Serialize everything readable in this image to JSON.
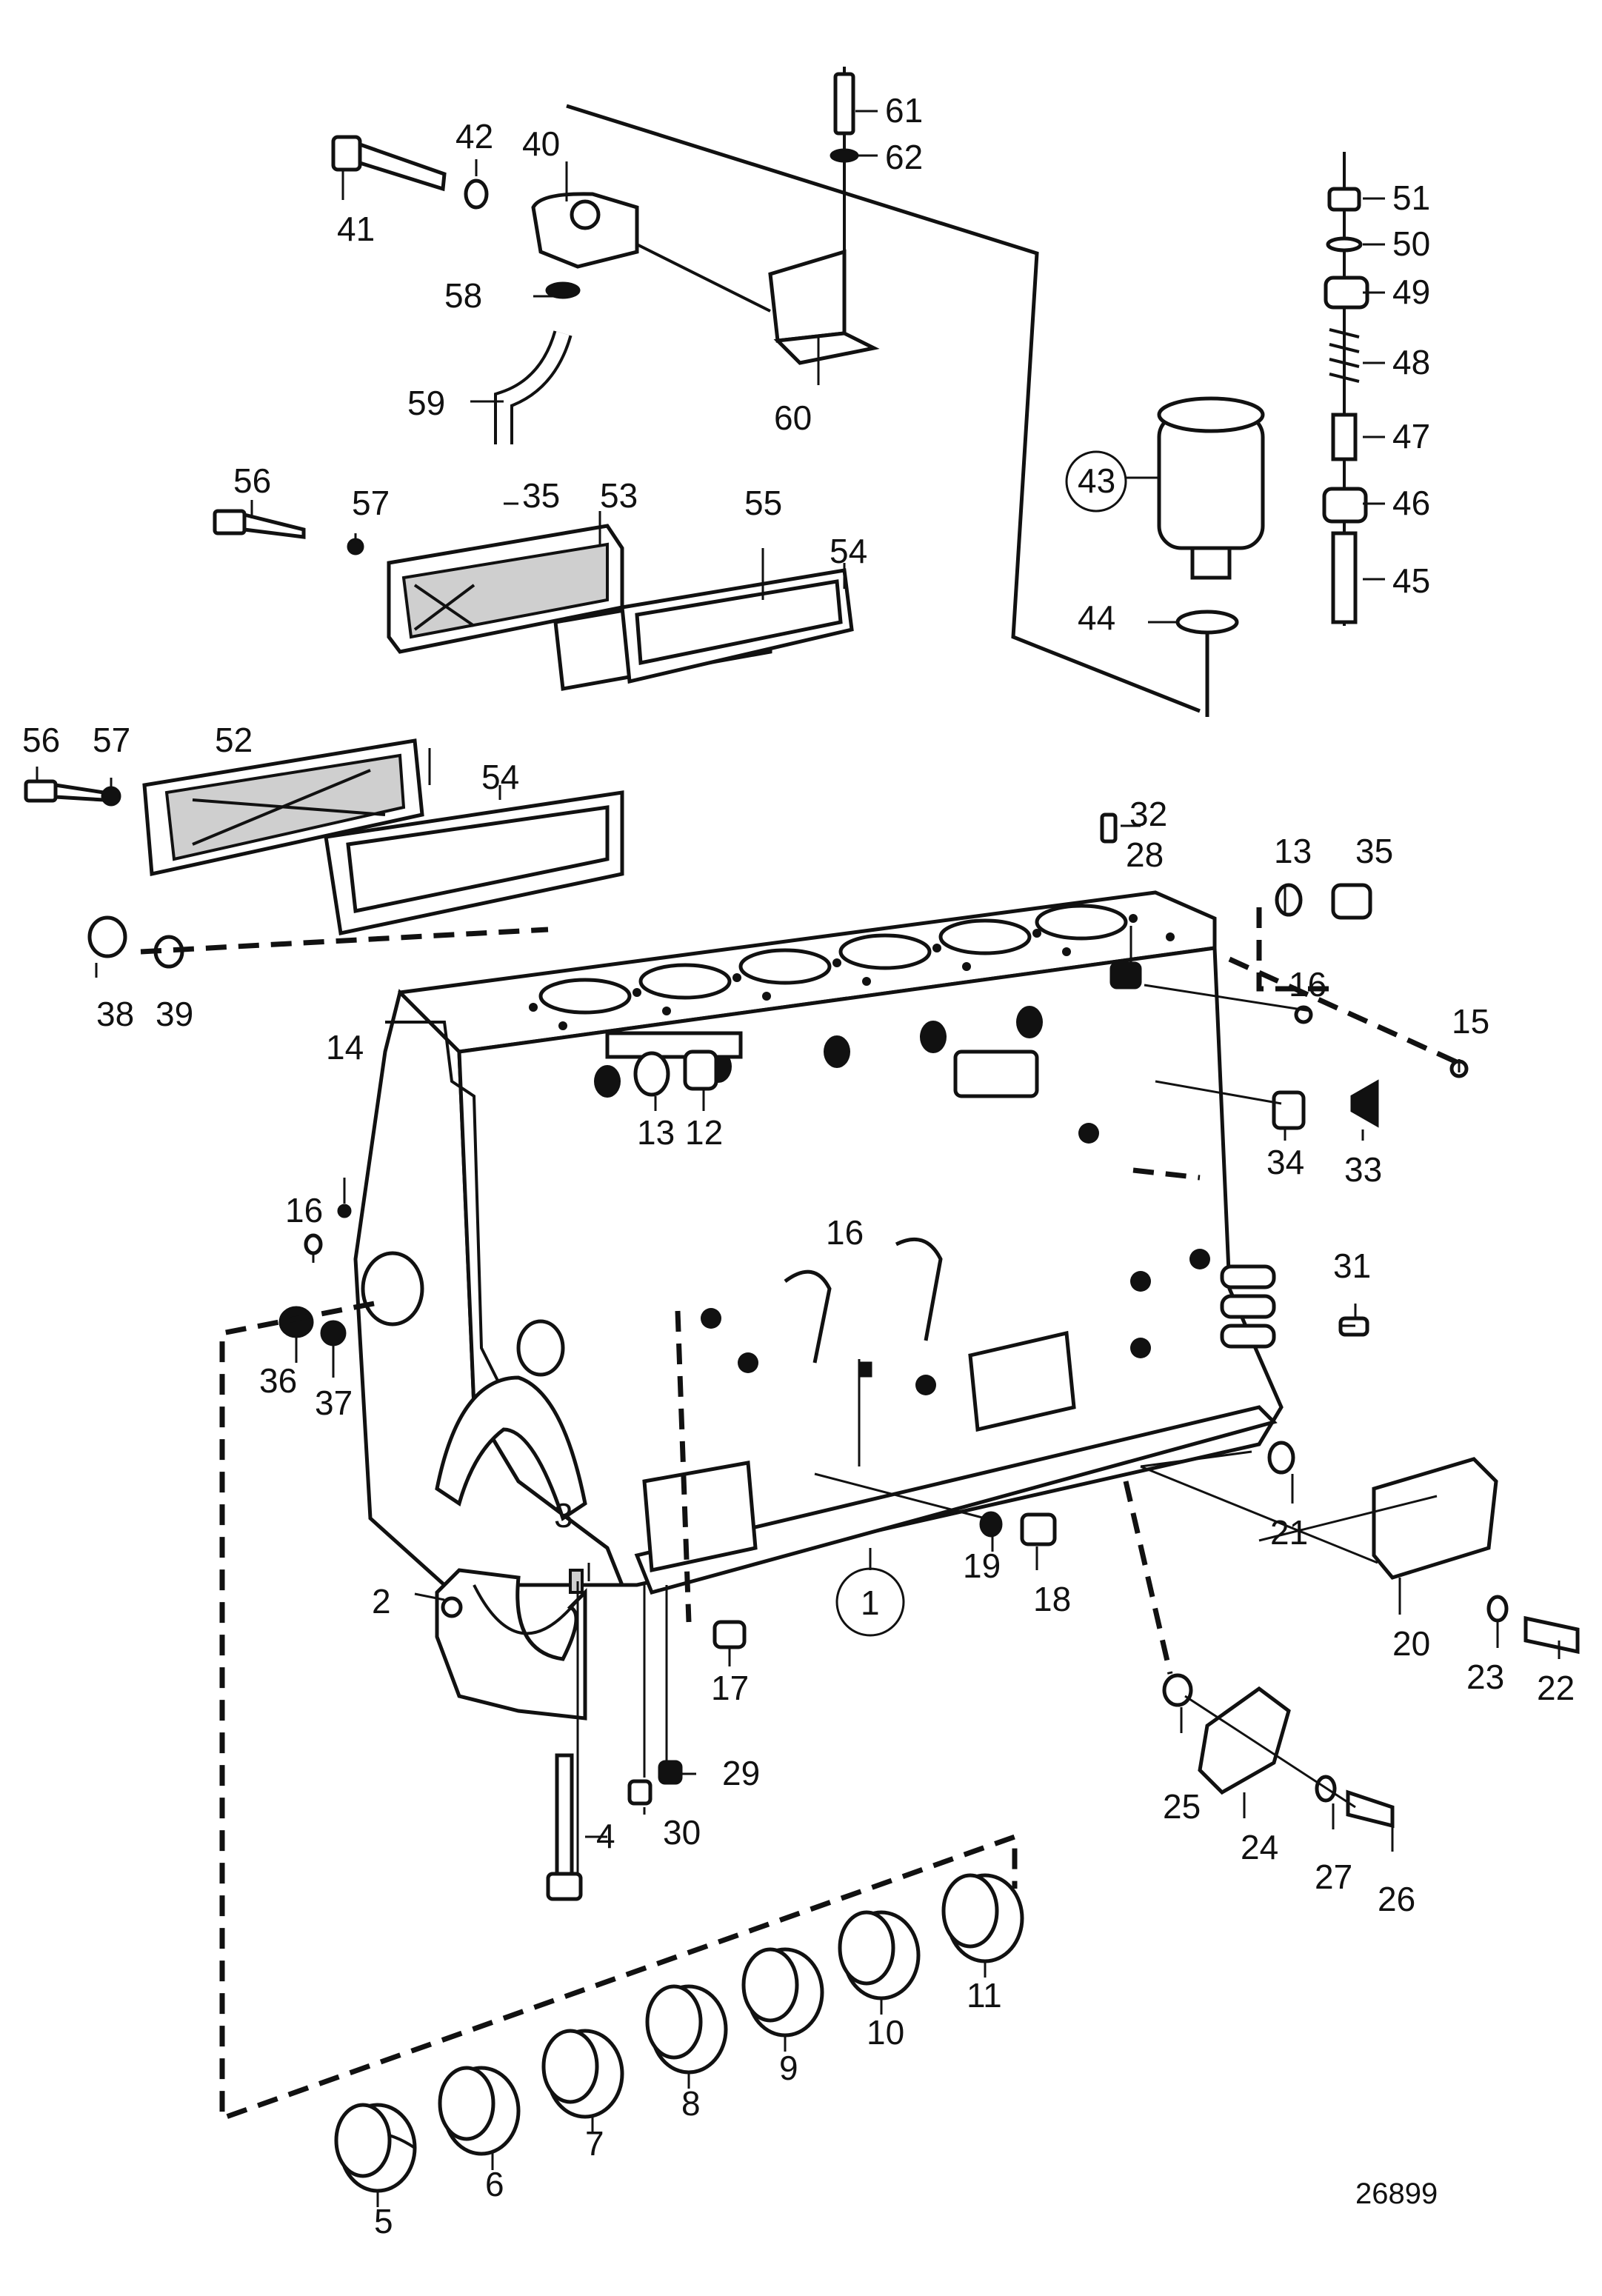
{
  "diagram": {
    "reference_number": "26899",
    "callouts": [
      {
        "id": "c1",
        "text": "1",
        "circled": true
      },
      {
        "id": "c2",
        "text": "2"
      },
      {
        "id": "c3",
        "text": "3"
      },
      {
        "id": "c4",
        "text": "4"
      },
      {
        "id": "c5",
        "text": "5"
      },
      {
        "id": "c6",
        "text": "6"
      },
      {
        "id": "c7",
        "text": "7"
      },
      {
        "id": "c8",
        "text": "8"
      },
      {
        "id": "c9",
        "text": "9"
      },
      {
        "id": "c10",
        "text": "10"
      },
      {
        "id": "c11",
        "text": "11"
      },
      {
        "id": "c12",
        "text": "12"
      },
      {
        "id": "c13a",
        "text": "13"
      },
      {
        "id": "c13b",
        "text": "13"
      },
      {
        "id": "c14",
        "text": "14"
      },
      {
        "id": "c15",
        "text": "15"
      },
      {
        "id": "c16a",
        "text": "16"
      },
      {
        "id": "c16b",
        "text": "16"
      },
      {
        "id": "c16c",
        "text": "16"
      },
      {
        "id": "c17",
        "text": "17"
      },
      {
        "id": "c18",
        "text": "18"
      },
      {
        "id": "c19",
        "text": "19"
      },
      {
        "id": "c20",
        "text": "20"
      },
      {
        "id": "c21",
        "text": "21"
      },
      {
        "id": "c22",
        "text": "22"
      },
      {
        "id": "c23",
        "text": "23"
      },
      {
        "id": "c24",
        "text": "24"
      },
      {
        "id": "c25",
        "text": "25"
      },
      {
        "id": "c26",
        "text": "26"
      },
      {
        "id": "c27",
        "text": "27"
      },
      {
        "id": "c28",
        "text": "28"
      },
      {
        "id": "c29",
        "text": "29"
      },
      {
        "id": "c30",
        "text": "30"
      },
      {
        "id": "c31",
        "text": "31"
      },
      {
        "id": "c32",
        "text": "32"
      },
      {
        "id": "c33",
        "text": "33"
      },
      {
        "id": "c34",
        "text": "34"
      },
      {
        "id": "c35a",
        "text": "35"
      },
      {
        "id": "c35b",
        "text": "35"
      },
      {
        "id": "c36",
        "text": "36"
      },
      {
        "id": "c37",
        "text": "37"
      },
      {
        "id": "c38",
        "text": "38"
      },
      {
        "id": "c39",
        "text": "39"
      },
      {
        "id": "c40",
        "text": "40"
      },
      {
        "id": "c41",
        "text": "41"
      },
      {
        "id": "c42",
        "text": "42"
      },
      {
        "id": "c43",
        "text": "43",
        "circled": true
      },
      {
        "id": "c44",
        "text": "44"
      },
      {
        "id": "c45",
        "text": "45"
      },
      {
        "id": "c46",
        "text": "46"
      },
      {
        "id": "c47",
        "text": "47"
      },
      {
        "id": "c48",
        "text": "48"
      },
      {
        "id": "c49",
        "text": "49"
      },
      {
        "id": "c50",
        "text": "50"
      },
      {
        "id": "c51",
        "text": "51"
      },
      {
        "id": "c52",
        "text": "52"
      },
      {
        "id": "c53",
        "text": "53"
      },
      {
        "id": "c54a",
        "text": "54"
      },
      {
        "id": "c54b",
        "text": "54"
      },
      {
        "id": "c55",
        "text": "55"
      },
      {
        "id": "c56a",
        "text": "56"
      },
      {
        "id": "c56b",
        "text": "56"
      },
      {
        "id": "c57a",
        "text": "57"
      },
      {
        "id": "c57b",
        "text": "57"
      },
      {
        "id": "c58",
        "text": "58"
      },
      {
        "id": "c59",
        "text": "59"
      },
      {
        "id": "c60",
        "text": "60"
      },
      {
        "id": "c61",
        "text": "61"
      },
      {
        "id": "c62",
        "text": "62"
      }
    ]
  }
}
